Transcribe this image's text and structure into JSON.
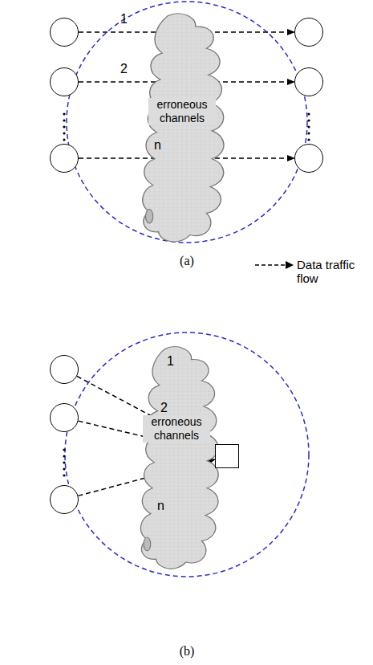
{
  "diagram": {
    "nodes": [
      {
        "text": []
      },
      {
        "text": []
      },
      {
        "text": []
      },
      {
        "text": []
      },
      {
        "text": []
      },
      {
        "text": []
      },
      {
        "text": [
          "erroneous channels"
        ]
      },
      {
        "text": []
      },
      {
        "text": []
      },
      {
        "text": []
      },
      {
        "text": []
      },
      {
        "text": [
          "erroneous channels"
        ]
      }
    ],
    "edges": [
      {
        "from": 0,
        "to": 1,
        "arrow": "to",
        "label": "1"
      },
      {
        "from": 2,
        "to": 3,
        "arrow": "to",
        "label": "2"
      },
      {
        "from": 4,
        "to": 5,
        "arrow": "to",
        "label": "n"
      },
      {
        "from": 7,
        "to": 10,
        "arrow": "to",
        "label": "1"
      },
      {
        "from": 8,
        "to": 10,
        "arrow": "to",
        "label": "2"
      },
      {
        "from": 9,
        "to": 10,
        "arrow": "to",
        "label": "n"
      }
    ],
    "labels": [
      "(a)",
      "(b)"
    ],
    "legend": [
      {
        "text": "Data traffic flow"
      }
    ]
  }
}
